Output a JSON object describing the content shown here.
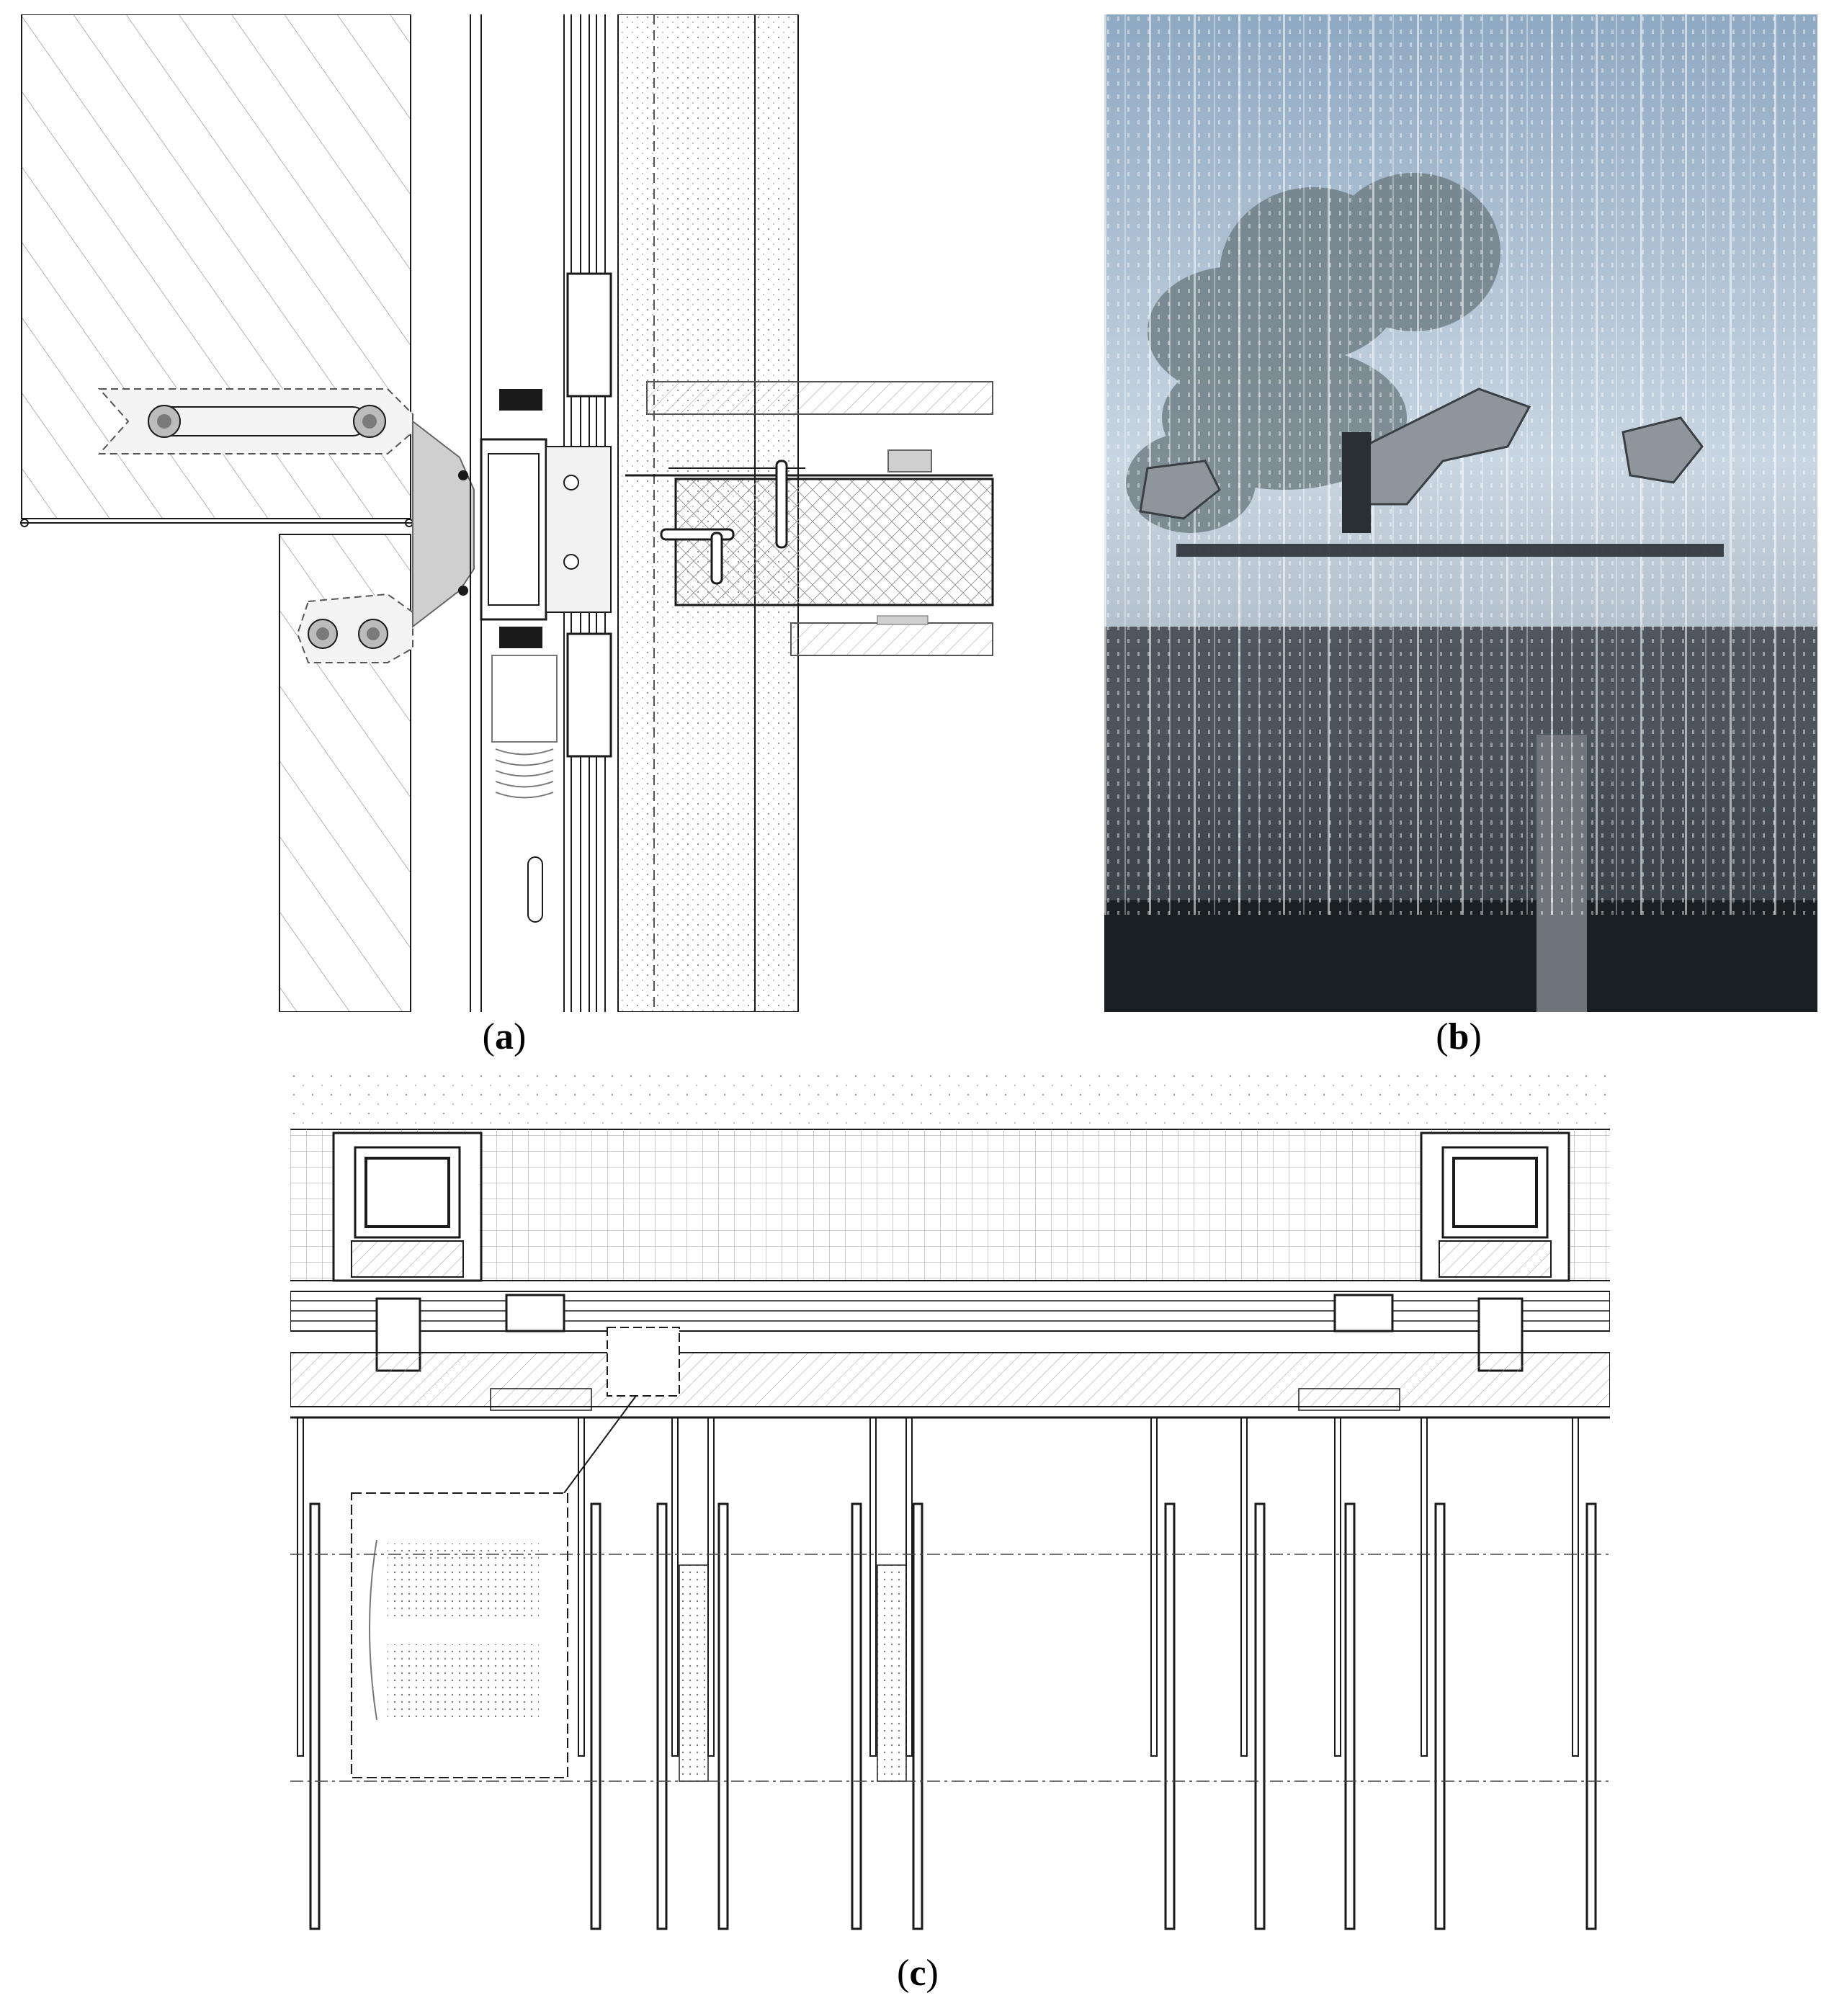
{
  "figure": {
    "panels": [
      {
        "id": "a",
        "caption_open": "(",
        "caption_letter": "a",
        "caption_close": ")"
      },
      {
        "id": "b",
        "caption_open": "(",
        "caption_letter": "b",
        "caption_close": ")"
      },
      {
        "id": "c",
        "caption_open": "(",
        "caption_letter": "c",
        "caption_close": ")"
      }
    ]
  },
  "colors": {
    "line": "#1a1a1a",
    "grey_line": "#8a8a8a",
    "fill_grey": "#cfcfcf",
    "sky_light": "#dfe8f0",
    "sky_mid": "#9fb4c8",
    "glass_dark": "#2b3238"
  }
}
